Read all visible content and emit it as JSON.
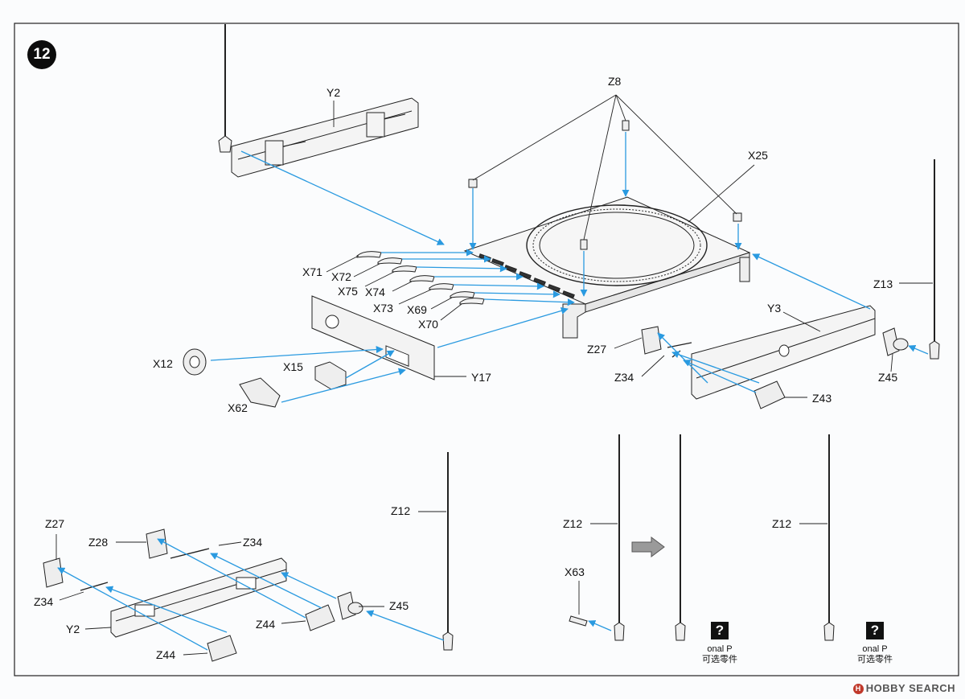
{
  "step_number": "12",
  "labels": {
    "y2_top": "Y2",
    "z8": "Z8",
    "x25": "X25",
    "x71": "X71",
    "x72": "X72",
    "x75": "X75",
    "x74": "X74",
    "x73": "X73",
    "x69": "X69",
    "x70": "X70",
    "x12": "X12",
    "x15": "X15",
    "x62": "X62",
    "y17": "Y17",
    "z13": "Z13",
    "y3": "Y3",
    "z27_right": "Z27",
    "z34_right": "Z34",
    "z45_right": "Z45",
    "z43": "Z43",
    "z27_left": "Z27",
    "z28": "Z28",
    "z34_left_top": "Z34",
    "z34_left": "Z34",
    "y2_bottom": "Y2",
    "z44_a": "Z44",
    "z44_b": "Z44",
    "z45_left": "Z45",
    "z12_a": "Z12",
    "z12_b": "Z12",
    "z12_c": "Z12",
    "x63": "X63"
  },
  "options": [
    {
      "icon": "?",
      "line1": "onal P",
      "line2": "可选零件"
    },
    {
      "icon": "?",
      "line1": "onal P",
      "line2": "可选零件"
    }
  ],
  "watermark": "HOBBY SEARCH",
  "watermark_logo": "H",
  "colors": {
    "arrow": "#2a9ae0",
    "line": "#222222",
    "border": "#222222"
  }
}
